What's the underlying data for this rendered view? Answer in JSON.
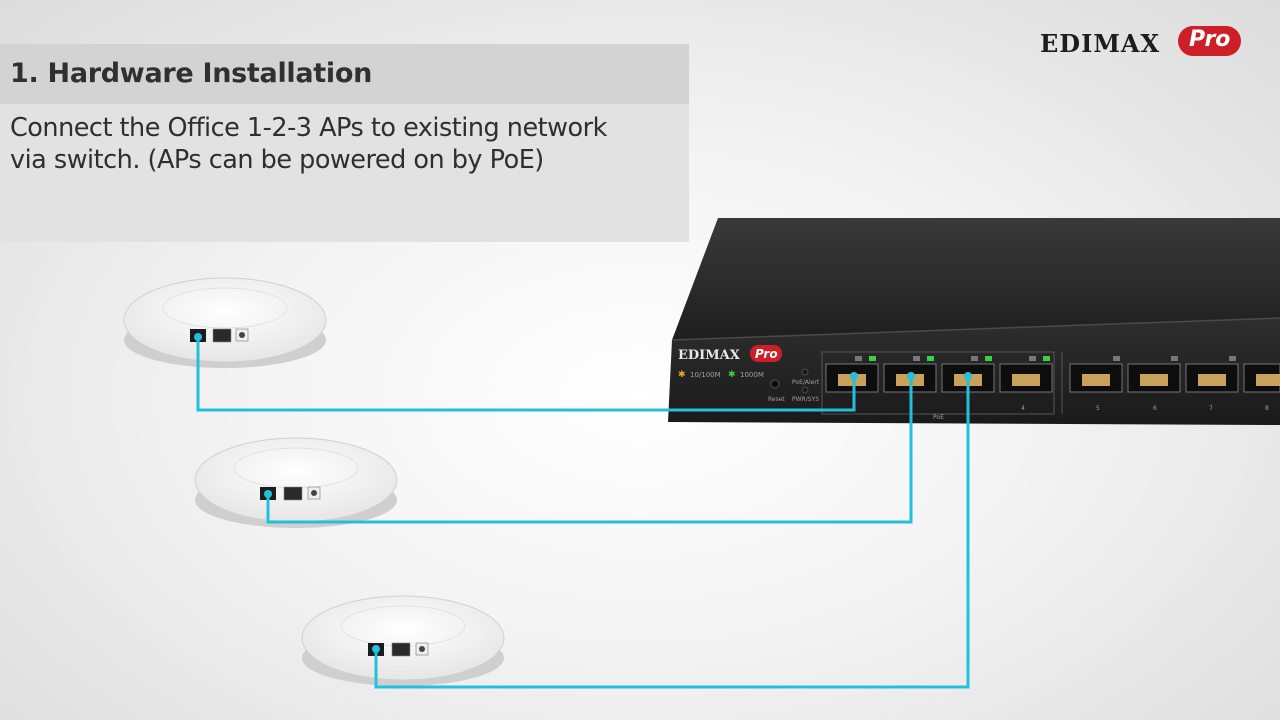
{
  "panel": {
    "title": "1. Hardware Installation",
    "body_lines": [
      "Connect the Office 1-2-3 APs to  existing network",
      "via switch. (APs can be powered on by PoE)"
    ]
  },
  "brand": {
    "word": "EDIMAX",
    "badge": "Pro"
  },
  "switch": {
    "brand_word": "EDIMAX",
    "brand_badge": "Pro",
    "led_speed_low": "10/100M",
    "led_speed_high": "1000M",
    "reset_label": "Reset",
    "poe_alert_label": "PoE/Alert",
    "pwr_sys_label": "PWR/SYS",
    "poe_group_label": "PoE",
    "port_numbers": [
      "4",
      "5",
      "6",
      "7",
      "8"
    ]
  },
  "colors": {
    "cable": "#22c0dc",
    "switch_body": "#2a2a2a",
    "brand_red": "#cc1f26",
    "led_amber": "#f5a623",
    "led_green": "#3ad14a"
  }
}
